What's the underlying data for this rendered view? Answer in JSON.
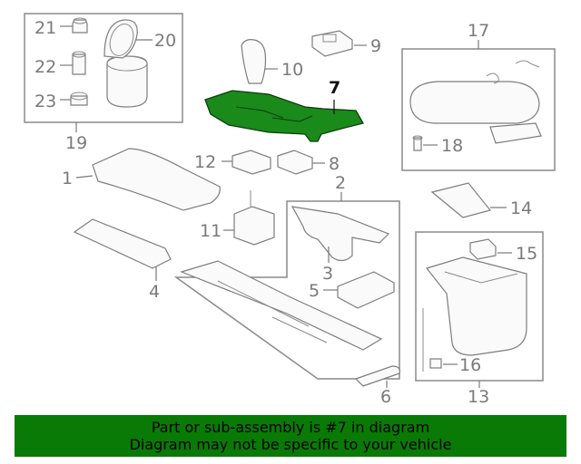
{
  "labels": {
    "l1": "1",
    "l2": "2",
    "l3": "3",
    "l4": "4",
    "l5": "5",
    "l6": "6",
    "l7": "7",
    "l8": "8",
    "l9": "9",
    "l10": "10",
    "l11": "11",
    "l12": "12",
    "l13": "13",
    "l14": "14",
    "l15": "15",
    "l16": "16",
    "l17": "17",
    "l18": "18",
    "l19": "19",
    "l20": "20",
    "l21": "21",
    "l22": "22",
    "l23": "23"
  },
  "highlighted_part": "7",
  "colors": {
    "highlight": "#1a8a1a",
    "banner": "#0a7a06",
    "line": "#7a7a7a"
  },
  "banner": {
    "line1": "Part or sub-assembly is #7 in diagram",
    "line2": "Diagram may not be specific to your vehicle"
  }
}
